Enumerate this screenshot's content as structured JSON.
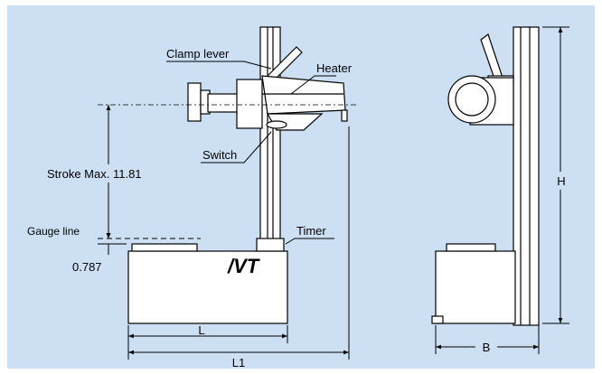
{
  "colors": {
    "background": "#cde0f3",
    "outline": "#000000",
    "body_fill": "#ffffff"
  },
  "labels": {
    "clamp_lever": "Clamp lever",
    "heater": "Heater",
    "switch": "Switch",
    "stroke": "Stroke Max. 11.81",
    "gauge_line": "Gauge line",
    "gauge_value": "0.787",
    "timer": "Timer",
    "brand_mark": "/VT",
    "dim_L": "L",
    "dim_L1": "L1",
    "dim_B": "B",
    "dim_H": "H"
  }
}
